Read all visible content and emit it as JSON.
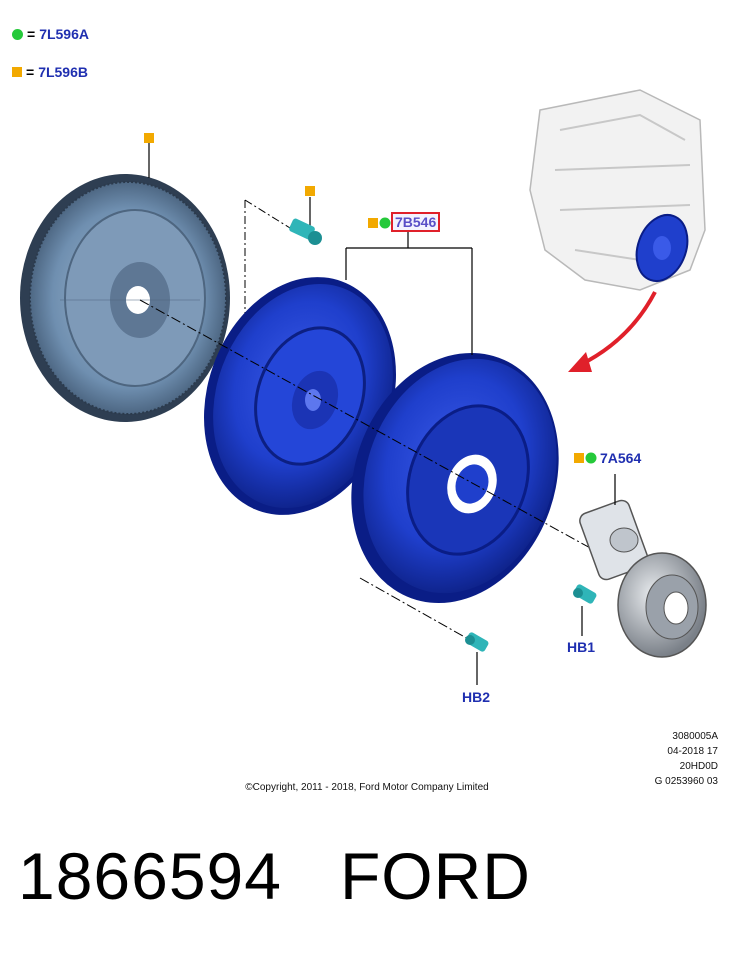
{
  "legend": [
    {
      "symbol": "green-circle",
      "eq": "=",
      "code": "7L596A"
    },
    {
      "symbol": "orange-square",
      "eq": "=",
      "code": "7L596B"
    }
  ],
  "callouts": {
    "disc_assembly": "7B546",
    "release_bearing": "7A564",
    "bolt_hb1": "HB1",
    "bolt_hb2": "HB2"
  },
  "meta": {
    "line1": "3080005A",
    "line2": "04-2018 17",
    "line3": "20HD0D",
    "line4": "G 0253960 03"
  },
  "copyright": "©Copyright, 2011 - 2018, Ford Motor Company Limited",
  "part_number": "1866594",
  "brand": "FORD",
  "colors": {
    "callout_blue": "#1f2fb0",
    "part_blue": "#1f3fcc",
    "flywheel": "#6f8fb0",
    "marker_green": "#25c93a",
    "marker_orange": "#f2a900",
    "arrow_red": "#e0202a"
  }
}
